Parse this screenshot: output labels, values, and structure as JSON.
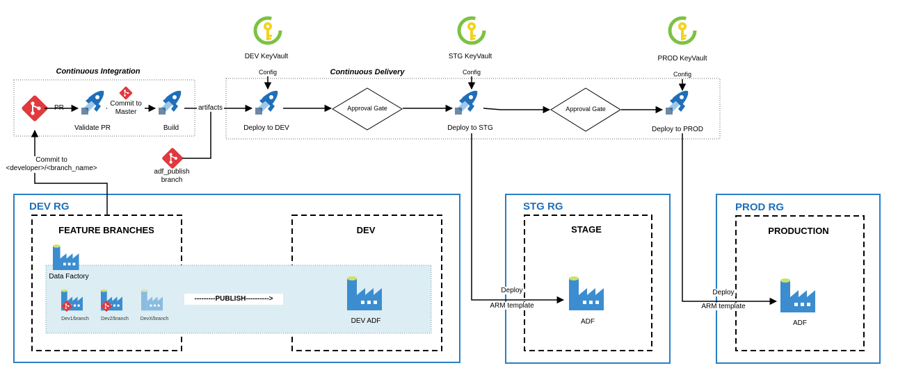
{
  "sections": {
    "ci_title": "Continuous Integration",
    "cd_title": "Continuous Delivery"
  },
  "ci": {
    "pr_label": "PR",
    "commit_to_master": "Commit to Master",
    "validate_pr": "Validate PR",
    "build": "Build",
    "artifacts": "artifacts",
    "adf_publish_branch": "adf_publish branch",
    "commit_to_branch": "Commit to <developer>/<branch_name>"
  },
  "keyvaults": [
    {
      "label": "DEV KeyVault",
      "config": "Config"
    },
    {
      "label": "STG KeyVault",
      "config": "Config"
    },
    {
      "label": "PROD KeyVault",
      "config": "Config"
    }
  ],
  "cd": {
    "deploy_dev": "Deploy to DEV",
    "approval_gate_1": "Approval Gate",
    "deploy_stg": "Deploy to STG",
    "approval_gate_2": "Approval Gate",
    "deploy_prod": "Deploy to PROD"
  },
  "resource_groups": {
    "dev_rg": "DEV RG",
    "stg_rg": "STG RG",
    "prod_rg": "PROD RG"
  },
  "dev_rg": {
    "feature_branches": "FEATURE BRANCHES",
    "data_factory": "Data Factory",
    "branches": [
      "Dev1/branch",
      "Dev2/branch",
      "DevX/branch"
    ],
    "publish": "---------PUBLISH---------->",
    "dev_title": "DEV",
    "dev_adf": "DEV ADF"
  },
  "stg_rg": {
    "title": "STAGE",
    "deploy": "Deploy",
    "arm": "ARM template",
    "adf": "ADF"
  },
  "prod_rg": {
    "title": "PRODUCTION",
    "deploy": "Deploy",
    "arm": "ARM template",
    "adf": "ADF"
  },
  "colors": {
    "git_red": "#e0393e",
    "pipeline_blue": "#1f6fb8",
    "rg_border": "#2a7ec4",
    "keyvault_yellow": "#f2d21e",
    "keyvault_green": "#7cc242",
    "adf_blue": "#3b8dd0",
    "panel_bg": "#dcedf3"
  }
}
